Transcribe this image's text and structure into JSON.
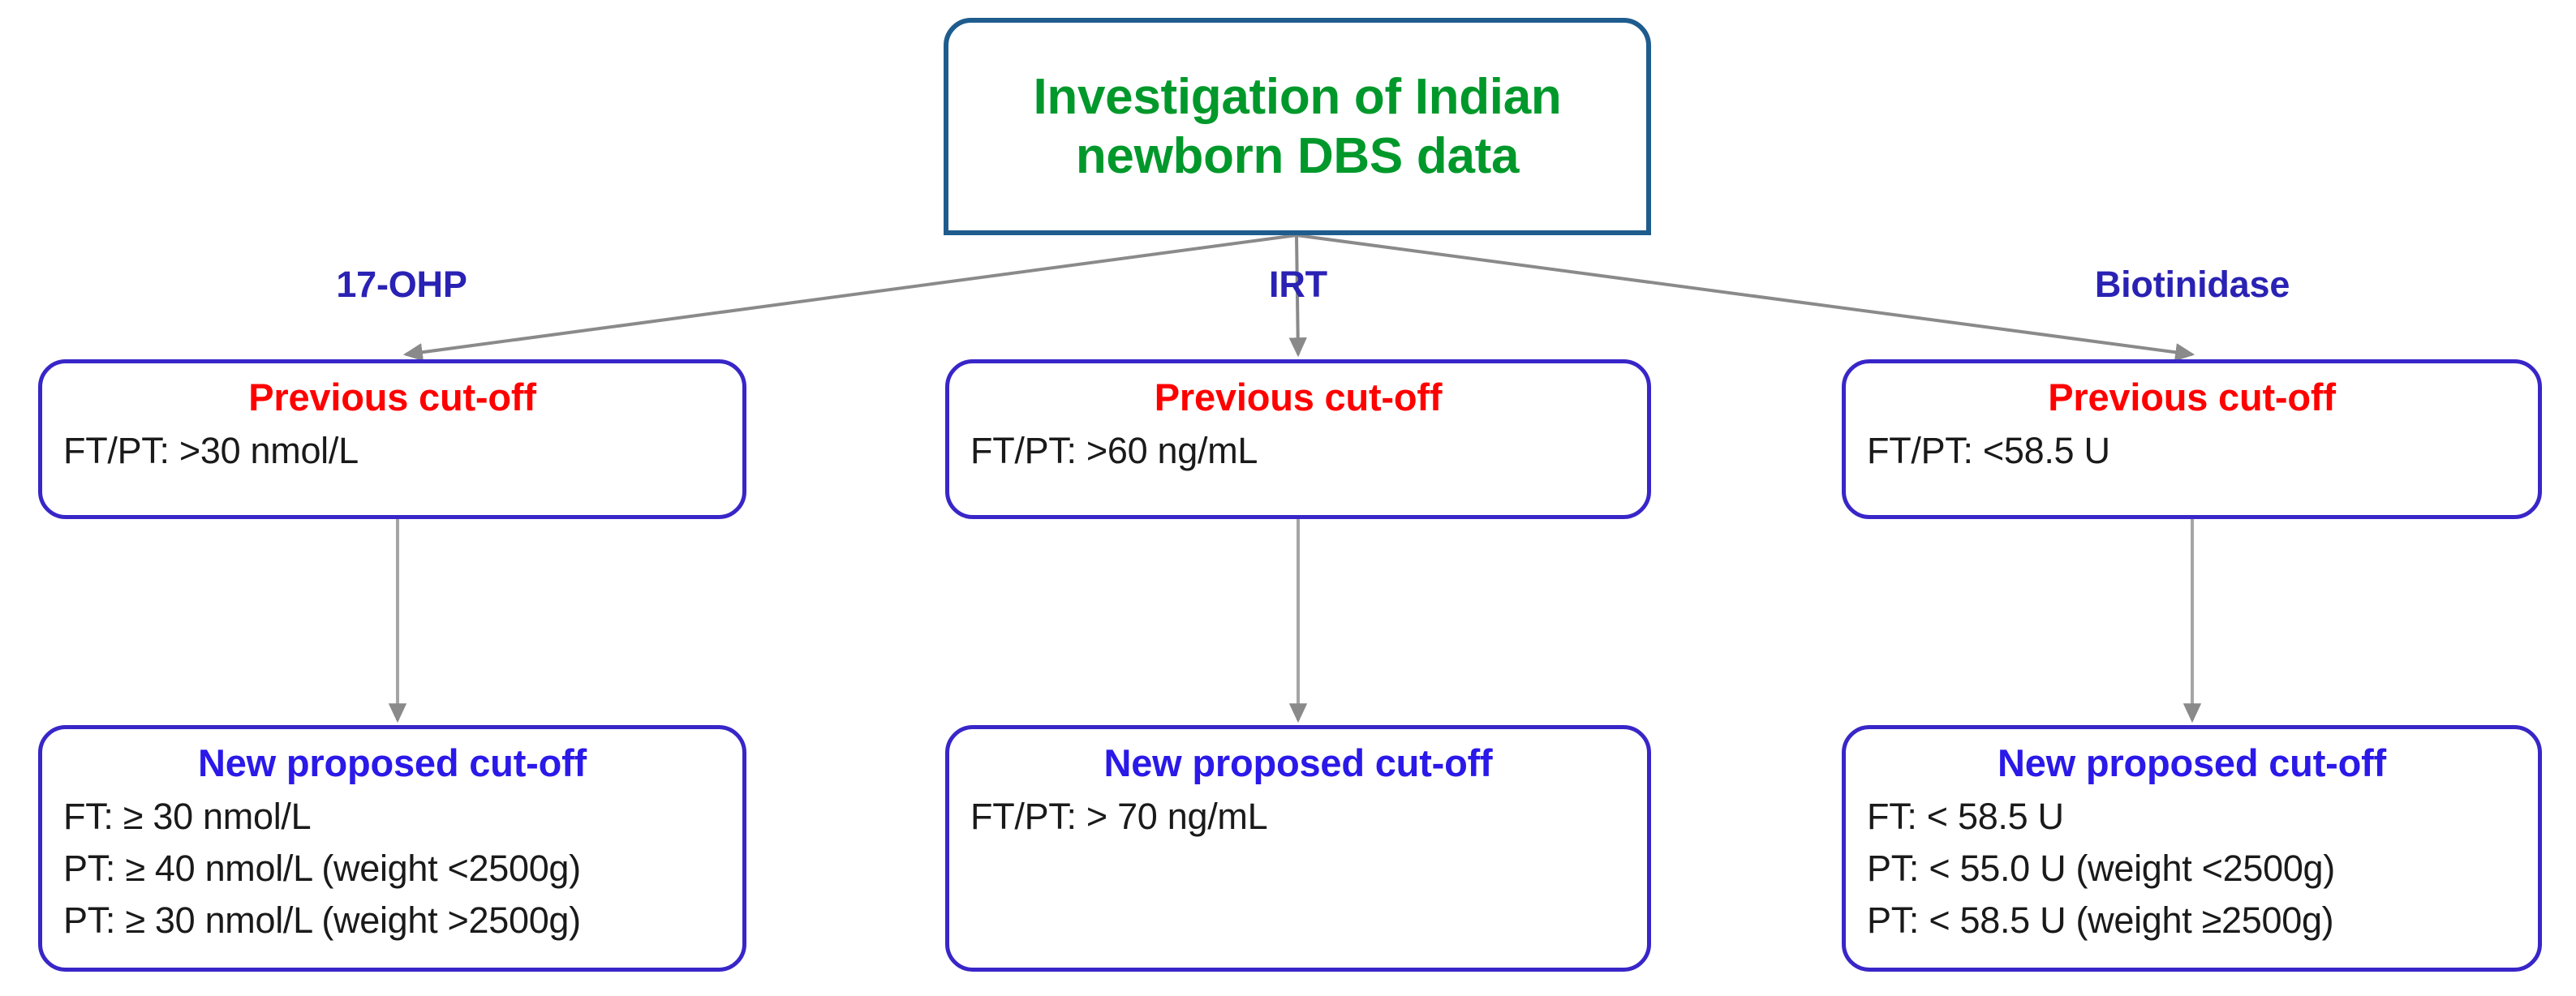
{
  "diagram": {
    "title_box": {
      "label": "Investigation of Indian newborn DBS data",
      "line1": "Investigation of Indian",
      "line2": "newborn DBS data",
      "border_color": "#1F5C8E",
      "text_color": "#00982B"
    },
    "branch_labels": [
      {
        "label": "17-OHP"
      },
      {
        "label": "IRT"
      },
      {
        "label": "Biotinidase"
      }
    ],
    "colors": {
      "previous_title": "#FF0000",
      "proposed_title": "#2A19E8",
      "box_border": "#3826C8",
      "root_border": "#1F5C8E",
      "root_text": "#00982B",
      "branch_label": "#2A22B4",
      "connector": "#808080",
      "body_text": "#1A1A1A"
    },
    "columns": [
      {
        "analyte": "17-OHP",
        "previous": {
          "title": "Previous cut-off",
          "lines": [
            "FT/PT: >30 nmol/L"
          ]
        },
        "proposed": {
          "title": "New proposed cut-off",
          "lines": [
            "FT: ≥ 30 nmol/L",
            "PT: ≥ 40 nmol/L (weight <2500g)",
            "PT: ≥ 30 nmol/L (weight >2500g)"
          ]
        }
      },
      {
        "analyte": "IRT",
        "previous": {
          "title": "Previous cut-off",
          "lines": [
            "FT/PT: >60 ng/mL"
          ]
        },
        "proposed": {
          "title": "New proposed cut-off",
          "lines": [
            "FT/PT: > 70 ng/mL"
          ]
        }
      },
      {
        "analyte": "Biotinidase",
        "previous": {
          "title": "Previous cut-off",
          "lines": [
            "FT/PT: <58.5 U"
          ]
        },
        "proposed": {
          "title": "New proposed cut-off",
          "lines": [
            "FT: < 58.5 U",
            "PT: < 55.0 U (weight <2500g)",
            "PT: < 58.5 U (weight ≥2500g)"
          ]
        }
      }
    ]
  }
}
